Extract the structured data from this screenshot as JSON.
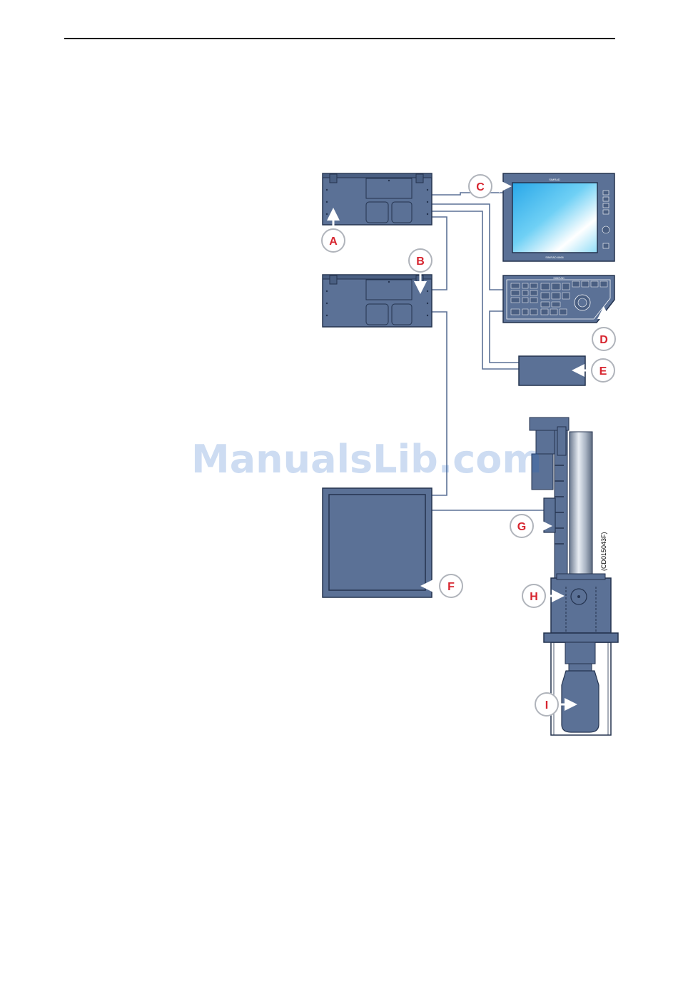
{
  "header": {
    "rule": "page-header-rule"
  },
  "watermark": {
    "text": "ManualsLib.com"
  },
  "figure": {
    "id_code": "(CD015043F)",
    "monitor_brand": "SIMRAD",
    "monitor_model": "SIMRAD 6666",
    "keyboard_brand": "SIMRAD",
    "callouts": [
      "A",
      "B",
      "C",
      "D",
      "E",
      "F",
      "G",
      "H",
      "I"
    ]
  },
  "colors": {
    "unit_fill": "#5b7196",
    "unit_stroke": "#24334f",
    "callout_ring": "#b0b4bb",
    "callout_text": "#d7252f",
    "cable": "#5b7196",
    "watermark": "#1f66c7"
  }
}
